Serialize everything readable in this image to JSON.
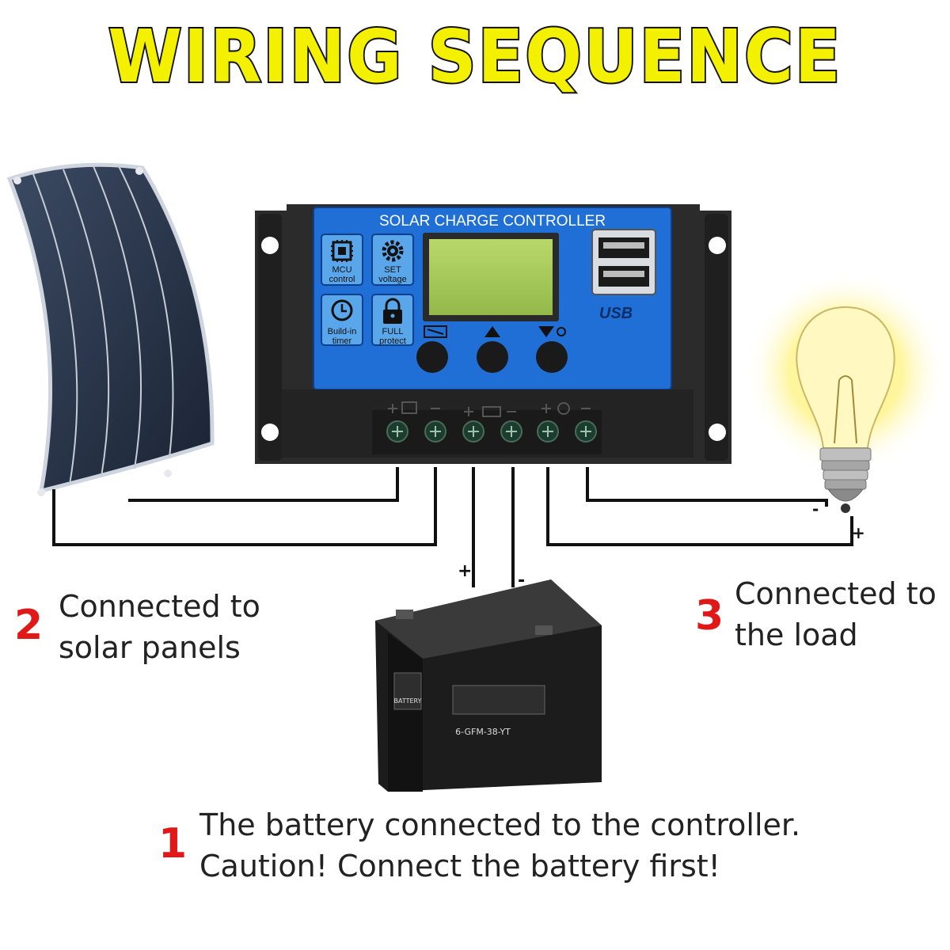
{
  "title": "WIRING SEQUENCE",
  "controller": {
    "header": "SOLAR CHARGE CONTROLLER",
    "features": [
      {
        "label1": "MCU",
        "label2": "control",
        "icon": "chip-icon"
      },
      {
        "label1": "SET",
        "label2": "voltage",
        "icon": "gear-icon"
      },
      {
        "label1": "Build-in",
        "label2": "timer",
        "icon": "clock-icon"
      },
      {
        "label1": "FULL",
        "label2": "protect",
        "icon": "lock-icon"
      }
    ],
    "usb_label": "USB",
    "colors": {
      "face": "#1f6fd6",
      "body": "#2a2a2a"
    }
  },
  "battery": {
    "brand": "BATTERY",
    "model": "6-GFM-38-YT",
    "plus": "+",
    "minus": "-"
  },
  "load": {
    "plus": "+",
    "minus": "-"
  },
  "steps": [
    {
      "num": "1",
      "line1": "The battery connected to the controller.",
      "line2": "Caution! Connect the battery first!"
    },
    {
      "num": "2",
      "line1": "Connected to",
      "line2": "solar panels"
    },
    {
      "num": "3",
      "line1": "Connected to",
      "line2": "the load"
    }
  ],
  "accent_colors": {
    "title": "#f3f000",
    "step_number": "#e01818"
  }
}
